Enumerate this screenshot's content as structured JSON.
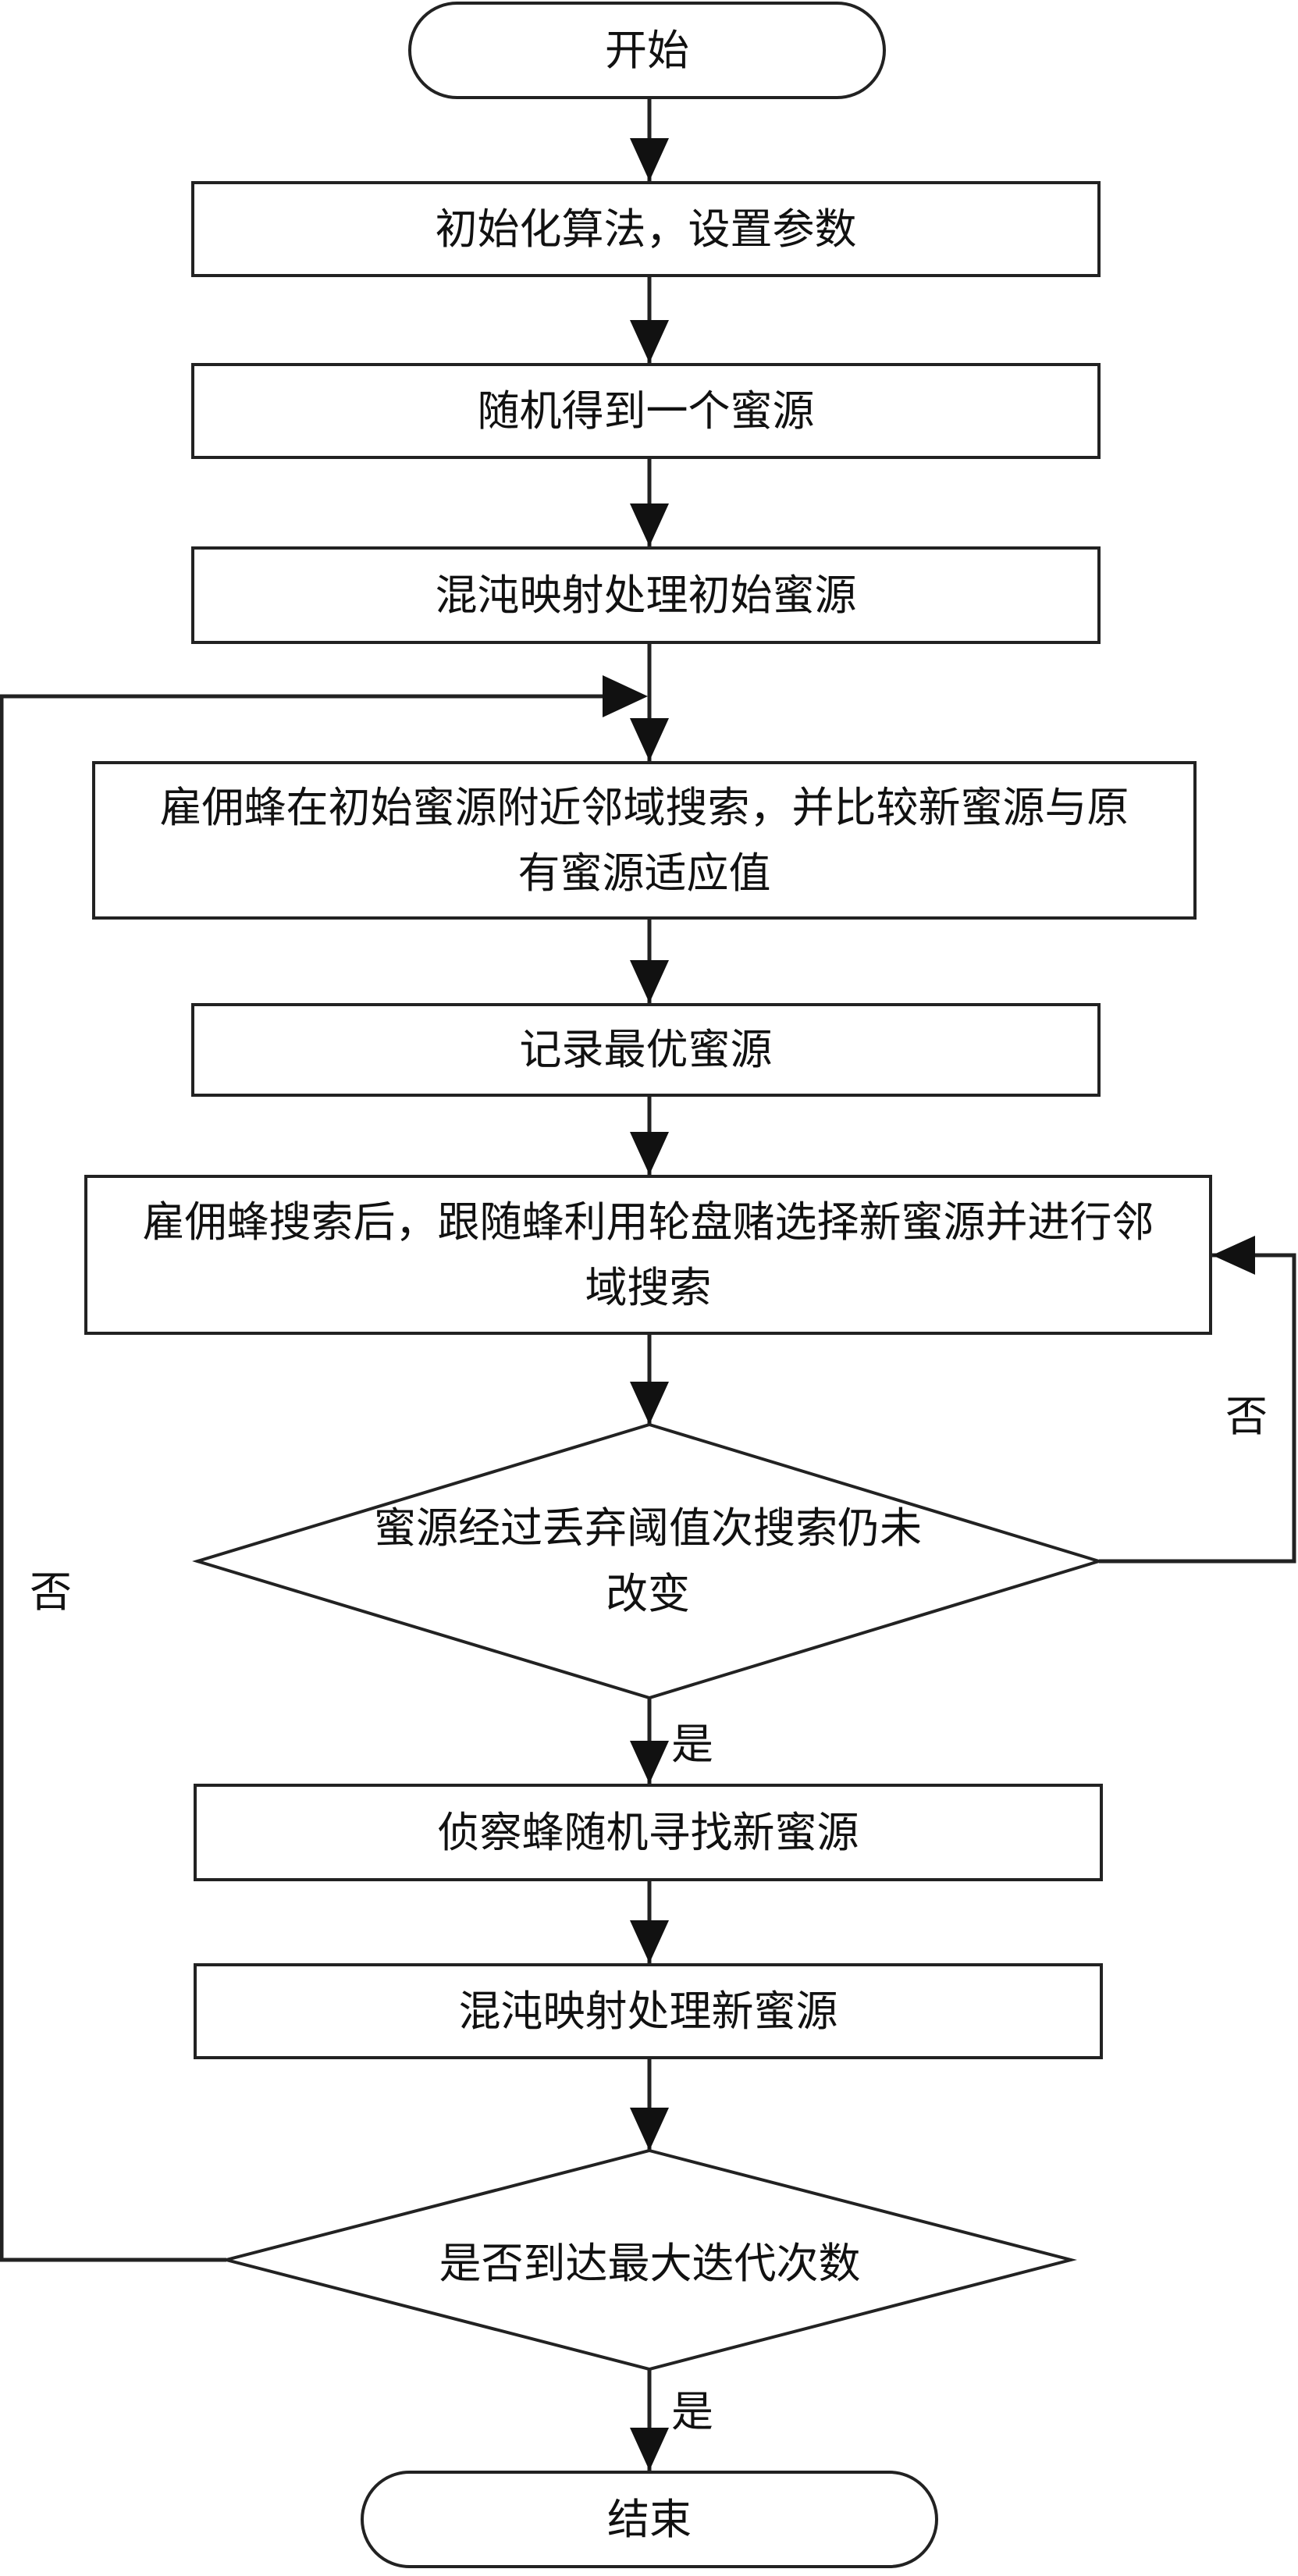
{
  "flowchart": {
    "start": "开始",
    "steps": [
      "初始化算法，设置参数",
      "随机得到一个蜜源",
      "混沌映射处理初始蜜源",
      "雇佣蜂在初始蜜源附近邻域搜索，并比较新蜜源与原有蜜源适应值",
      "记录最优蜜源",
      "雇佣蜂搜索后，跟随蜂利用轮盘赌选择新蜜源并进行邻域搜索"
    ],
    "decision1": {
      "text": "蜜源经过丢弃阈值次搜索仍未改变",
      "yes": "是",
      "no": "否"
    },
    "steps_after": [
      "侦察蜂随机寻找新蜜源",
      "混沌映射处理新蜜源"
    ],
    "decision2": {
      "text": "是否到达最大迭代次数",
      "yes": "是",
      "no": "否"
    },
    "end": "结束"
  }
}
